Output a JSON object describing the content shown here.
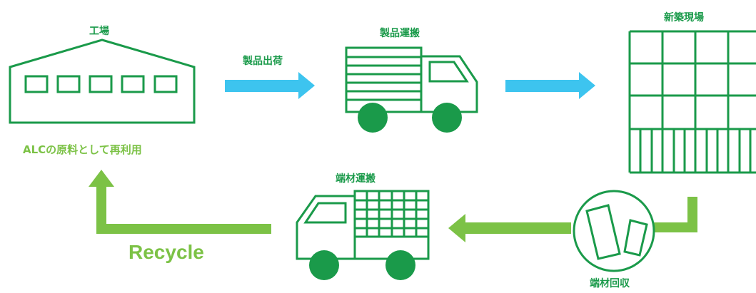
{
  "labels": {
    "factory": "工場",
    "product_shipping": "製品出荷",
    "product_transport": "製品運搬",
    "construction_site": "新築現場",
    "scrap_transport": "端材運搬",
    "scrap_collection": "端材回収",
    "reuse": "ALCの原料として再利用",
    "recycle": "Recycle"
  },
  "colors": {
    "dark_green": "#1a9a4a",
    "light_green": "#7cc246",
    "arrow_blue": "#3dc4ef",
    "background": "#ffffff"
  }
}
